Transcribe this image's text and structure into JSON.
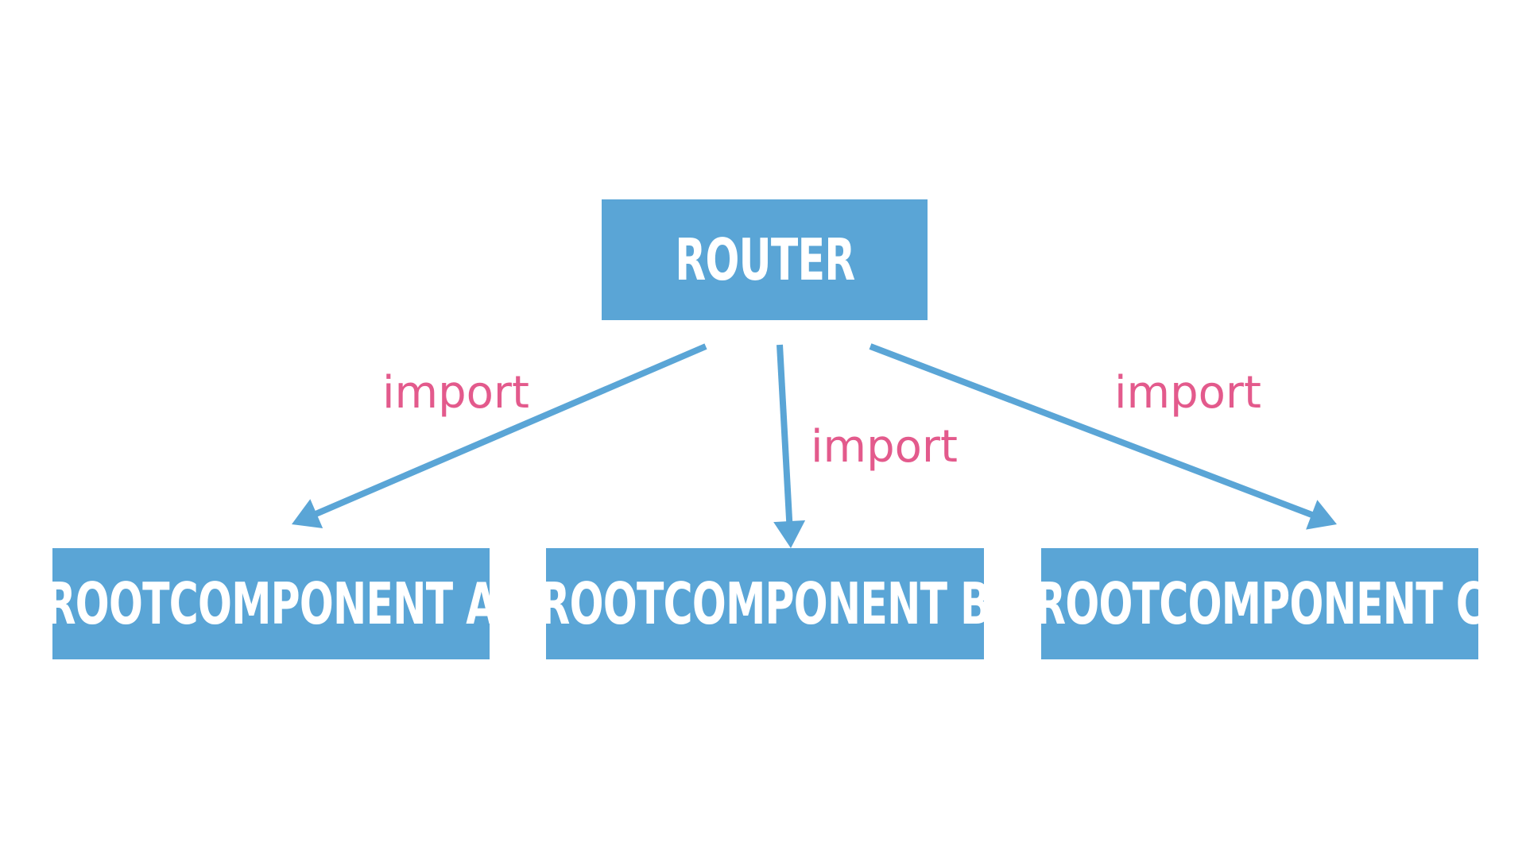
{
  "colors": {
    "background": "#ffffff",
    "node_fill": "#5aa5d6",
    "node_text": "#ffffff",
    "arrow": "#5aa5d6",
    "edge_label": "#e35a8c"
  },
  "nodes": {
    "router": {
      "label": "ROUTER"
    },
    "rc_a": {
      "label": "ROOTCOMPONENT A"
    },
    "rc_b": {
      "label": "ROOTCOMPONENT B"
    },
    "rc_c": {
      "label": "ROOTCOMPONENT C"
    }
  },
  "edges": [
    {
      "from": "router",
      "to": "rc_a",
      "label": "import"
    },
    {
      "from": "router",
      "to": "rc_b",
      "label": "import"
    },
    {
      "from": "router",
      "to": "rc_c",
      "label": "import"
    }
  ]
}
